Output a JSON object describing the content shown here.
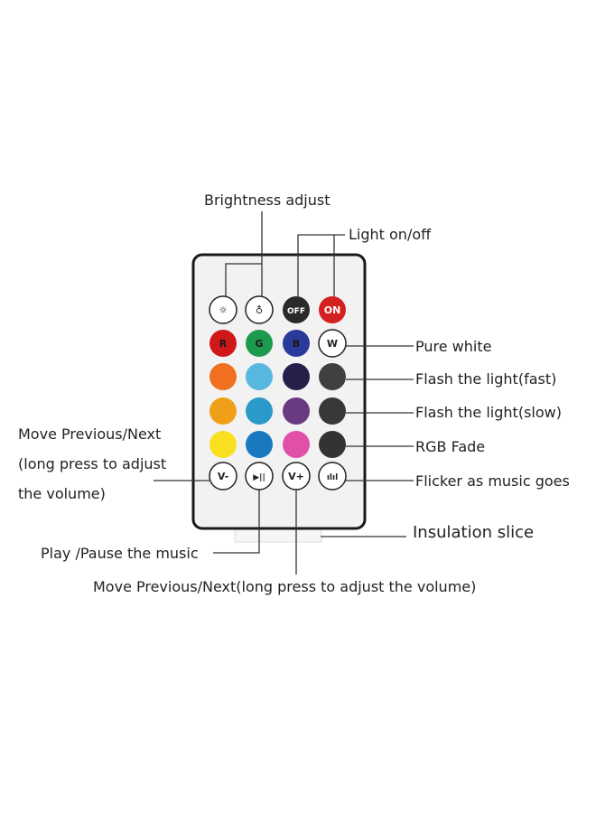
{
  "labels": {
    "brightness": "Brightness adjust",
    "light_onoff": "Light on/off",
    "pure_white": "Pure white",
    "flash_fast": "Flash the light(fast)",
    "flash_slow": "Flash the light(slow)",
    "rgb_fade": "RGB Fade",
    "flicker": "Flicker as music goes",
    "prev_next_left": [
      "Move Previous/Next",
      "(long press to adjust",
      "the volume)"
    ],
    "insulation": "Insulation slice",
    "play_pause": "Play /Pause the music",
    "prev_next_bottom": "Move Previous/Next(long press to adjust the volume)"
  },
  "buttons": {
    "off": "OFF",
    "on": "ON",
    "r": "R",
    "g": "G",
    "b": "B",
    "w": "W",
    "v_minus": "V-",
    "v_plus": "V+"
  },
  "colors": {
    "rows": [
      [
        "#ffffff",
        "#ffffff",
        "#2a2a2a",
        "#d42020"
      ],
      [
        "#d01818",
        "#1e9a4e",
        "#2a3a9a",
        "#ffffff"
      ],
      [
        "#f07020",
        "#58b8e0",
        "#25204a",
        "#404040"
      ],
      [
        "#f0a018",
        "#2a9ac8",
        "#6a3a80",
        "#383838"
      ],
      [
        "#f8e020",
        "#1a78c0",
        "#e050a8",
        "#333333"
      ],
      [
        "#ffffff",
        "#ffffff",
        "#ffffff",
        "#ffffff"
      ]
    ]
  }
}
